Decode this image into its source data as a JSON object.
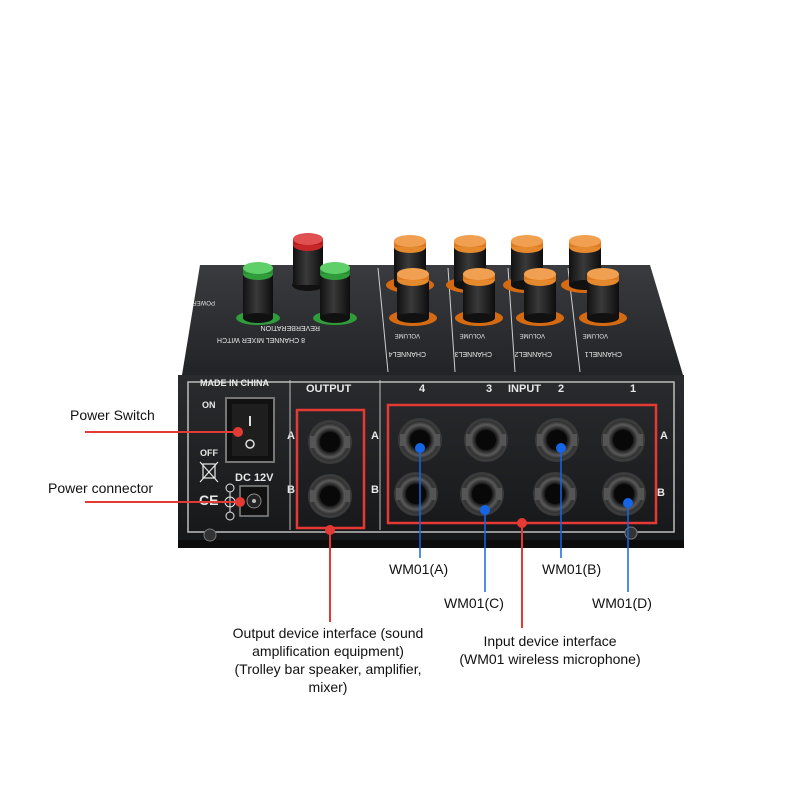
{
  "device": {
    "top_panel": {
      "title_line1": "8 CHANNEL MIXER WITCH",
      "title_line2": "REVERBERATION",
      "power_label": "POWER",
      "volume_label": "VOLUME",
      "channel_labels": [
        "CHANNEL4",
        "CHANNEL3",
        "CHANNEL2",
        "CHANNEL1"
      ]
    },
    "front_panel": {
      "made_in": "MADE IN CHINA",
      "switch_on": "ON",
      "switch_off": "OFF",
      "dc_label": "DC 12V",
      "ce_mark": "CE",
      "output_label": "OUTPUT",
      "input_label": "INPUT",
      "row_a": "A",
      "row_b": "B",
      "input_numbers": [
        "4",
        "3",
        "2",
        "1"
      ]
    },
    "colors": {
      "body": "#1b1c1e",
      "top": "#2a2b2e",
      "knob_orange": "#e07a1f",
      "knob_green": "#2f9e3a",
      "knob_red": "#c62828",
      "callout_red": "#e53935",
      "callout_blue": "#1565e6"
    }
  },
  "annotations": {
    "power_switch": "Power Switch",
    "power_connector": "Power connector",
    "wm01_a": "WM01(A)",
    "wm01_b": "WM01(B)",
    "wm01_c": "WM01(C)",
    "wm01_d": "WM01(D)",
    "output_interface": [
      "Output device interface (sound",
      "amplification equipment)",
      "(Trolley bar speaker, amplifier,",
      "mixer)"
    ],
    "input_interface": [
      "Input device interface",
      "(WM01 wireless microphone)"
    ]
  }
}
